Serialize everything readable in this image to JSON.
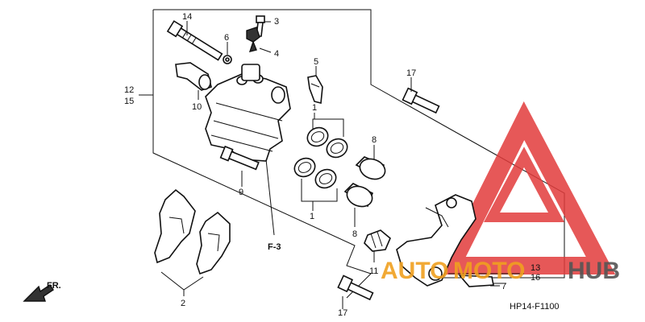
{
  "callouts": {
    "c1_upper": "1",
    "c1_lower": "1",
    "c2": "2",
    "c3": "3",
    "c4": "4",
    "c5": "5",
    "c6": "6",
    "c7": "7",
    "c8_upper": "8",
    "c8_lower": "8",
    "c9": "9",
    "c10": "10",
    "c11": "11",
    "c12": "12",
    "c13": "13",
    "c14": "14",
    "c15": "15",
    "c16": "16",
    "c17_upper": "17",
    "c17_lower": "17"
  },
  "reference": "F-3",
  "direction_label": "FR.",
  "diagram_code": "HP14-F1100",
  "watermark": {
    "part1": "AUTO",
    "part2": "MOTO",
    "part3": "HUB",
    "colors": {
      "orange": "#f0a020",
      "green": "#2f7a2f",
      "hub": "#555555",
      "triangle": "#e23b3b"
    }
  }
}
